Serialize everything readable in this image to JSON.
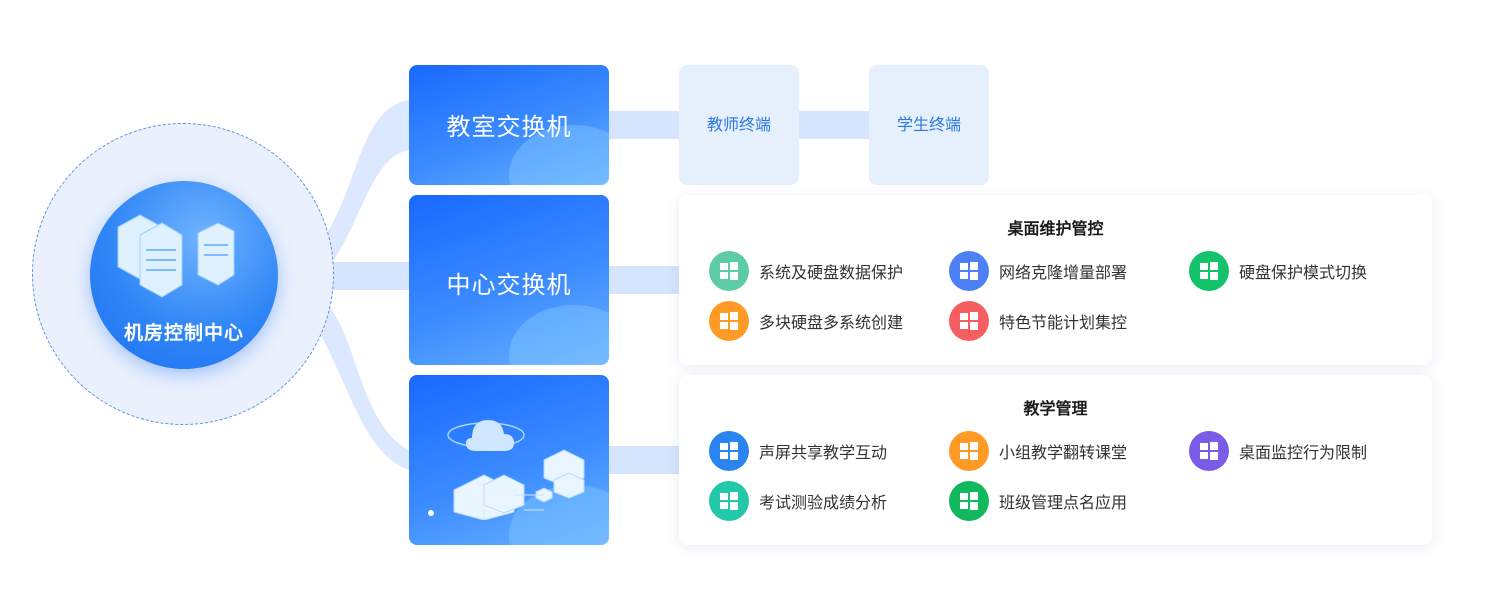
{
  "hub": {
    "label": "机房控制中心"
  },
  "switches": [
    {
      "label": "教室交换机"
    },
    {
      "label": "中心交换机"
    },
    {
      "label": ""
    }
  ],
  "terminals": [
    {
      "label": "教师终端"
    },
    {
      "label": "学生终端"
    }
  ],
  "panels": [
    {
      "title": "桌面维护管控",
      "items": [
        {
          "label": "系统及硬盘数据保护",
          "icon": "windows-icon",
          "color": "#5ecba8"
        },
        {
          "label": "网络克隆增量部署",
          "icon": "windows-icon",
          "color": "#4d7ff7"
        },
        {
          "label": "硬盘保护模式切换",
          "icon": "windows-icon",
          "color": "#13c26b"
        },
        {
          "label": "多块硬盘多系统创建",
          "icon": "windows-icon",
          "color": "#ff9a26"
        },
        {
          "label": "特色节能计划集控",
          "icon": "windows-icon",
          "color": "#f65f62"
        }
      ]
    },
    {
      "title": "教学管理",
      "items": [
        {
          "label": "声屏共享教学互动",
          "icon": "windows-icon",
          "color": "#2a85f0"
        },
        {
          "label": "小组教学翻转课堂",
          "icon": "windows-icon",
          "color": "#ff9a26"
        },
        {
          "label": "桌面监控行为限制",
          "icon": "windows-icon",
          "color": "#7b5ce6"
        },
        {
          "label": "考试测验成绩分析",
          "icon": "windows-icon",
          "color": "#22c8a8"
        },
        {
          "label": "班级管理点名应用",
          "icon": "windows-icon",
          "color": "#11b85e"
        }
      ]
    }
  ],
  "colors": {
    "connector": "#d6e6fd",
    "accent": "#1869ff"
  }
}
